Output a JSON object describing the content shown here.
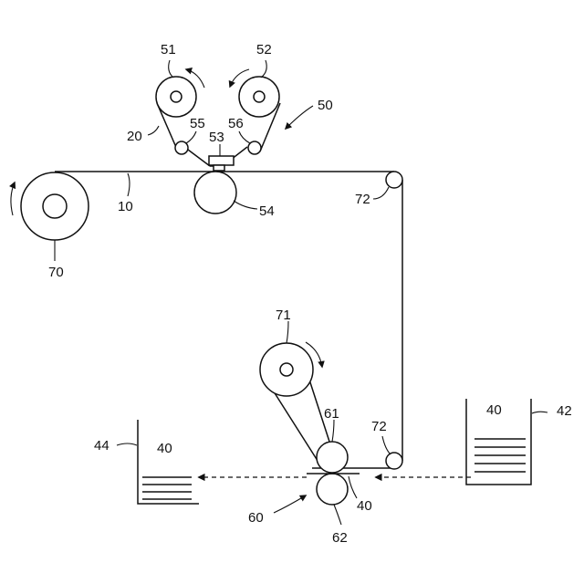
{
  "labels": {
    "l10": "10",
    "l20": "20",
    "l40_right": "40",
    "l40_left": "40",
    "l40_nip": "40",
    "l42": "42",
    "l44": "44",
    "l50": "50",
    "l51": "51",
    "l52": "52",
    "l53": "53",
    "l54": "54",
    "l55": "55",
    "l56": "56",
    "l60": "60",
    "l61": "61",
    "l62": "62",
    "l70": "70",
    "l71": "71",
    "l72_top": "72",
    "l72_bottom": "72"
  }
}
